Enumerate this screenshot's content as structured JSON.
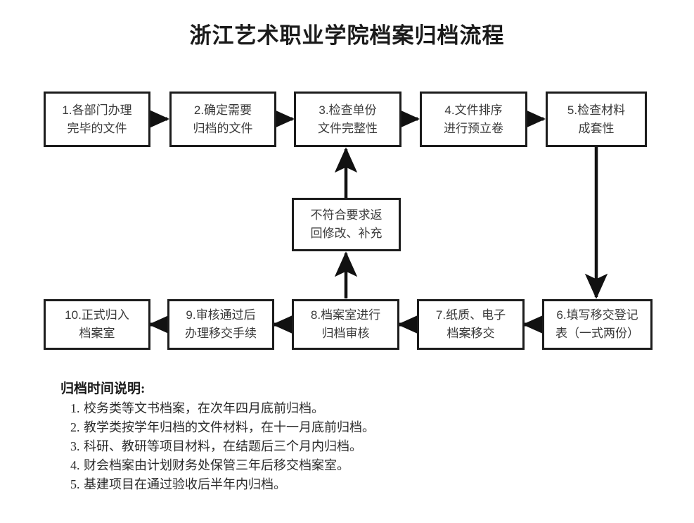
{
  "document": {
    "title": "浙江艺术职业学院档案归档流程"
  },
  "flowchart": {
    "type": "process-flow",
    "boxes": [
      {
        "id": "step1",
        "label": "1.各部门办理\n完毕的文件"
      },
      {
        "id": "step2",
        "label": "2.确定需要\n归档的文件"
      },
      {
        "id": "step3",
        "label": "3.检查单份\n文件完整性"
      },
      {
        "id": "step4",
        "label": "4.文件排序\n进行预立卷"
      },
      {
        "id": "step5",
        "label": "5.检查材料\n成套性"
      },
      {
        "id": "step6",
        "label": "6.填写移交登记\n表（一式两份）"
      },
      {
        "id": "step7",
        "label": "7.纸质、电子\n档案移交"
      },
      {
        "id": "step8",
        "label": "8.档案室进行\n归档审核"
      },
      {
        "id": "step9",
        "label": "9.审核通过后\n办理移交手续"
      },
      {
        "id": "step10",
        "label": "10.正式归入\n档案室"
      },
      {
        "id": "reject",
        "label": "不符合要求返\n回修改、补充"
      }
    ],
    "connections": [
      {
        "from": "step1",
        "to": "step2",
        "direction": "right"
      },
      {
        "from": "step2",
        "to": "step3",
        "direction": "right"
      },
      {
        "from": "step3",
        "to": "step4",
        "direction": "right"
      },
      {
        "from": "step4",
        "to": "step5",
        "direction": "right"
      },
      {
        "from": "step5",
        "to": "step6",
        "direction": "down"
      },
      {
        "from": "step6",
        "to": "step7",
        "direction": "left"
      },
      {
        "from": "step7",
        "to": "step8",
        "direction": "left"
      },
      {
        "from": "step8",
        "to": "step9",
        "direction": "left"
      },
      {
        "from": "step9",
        "to": "step10",
        "direction": "left"
      },
      {
        "from": "step8",
        "to": "reject",
        "direction": "up"
      },
      {
        "from": "reject",
        "to": "step3",
        "direction": "up"
      }
    ]
  },
  "notes": {
    "heading": "归档时间说明:",
    "items": [
      {
        "num": "1.",
        "text": "校务类等文书档案，在次年四月底前归档。"
      },
      {
        "num": "2.",
        "text": "教学类按学年归档的文件材料，在十一月底前归档。"
      },
      {
        "num": "3.",
        "text": "科研、教研等项目材料，在结题后三个月内归档。"
      },
      {
        "num": "4.",
        "text": "财会档案由计划财务处保管三年后移交档案室。"
      },
      {
        "num": "5.",
        "text": "基建项目在通过验收后半年内归档。"
      }
    ]
  },
  "colors": {
    "background": "#ffffff",
    "box_border": "#1c1c1c",
    "box_text": "#3a3a3a",
    "title_text": "#1a1a1a",
    "arrow": "#111111"
  }
}
